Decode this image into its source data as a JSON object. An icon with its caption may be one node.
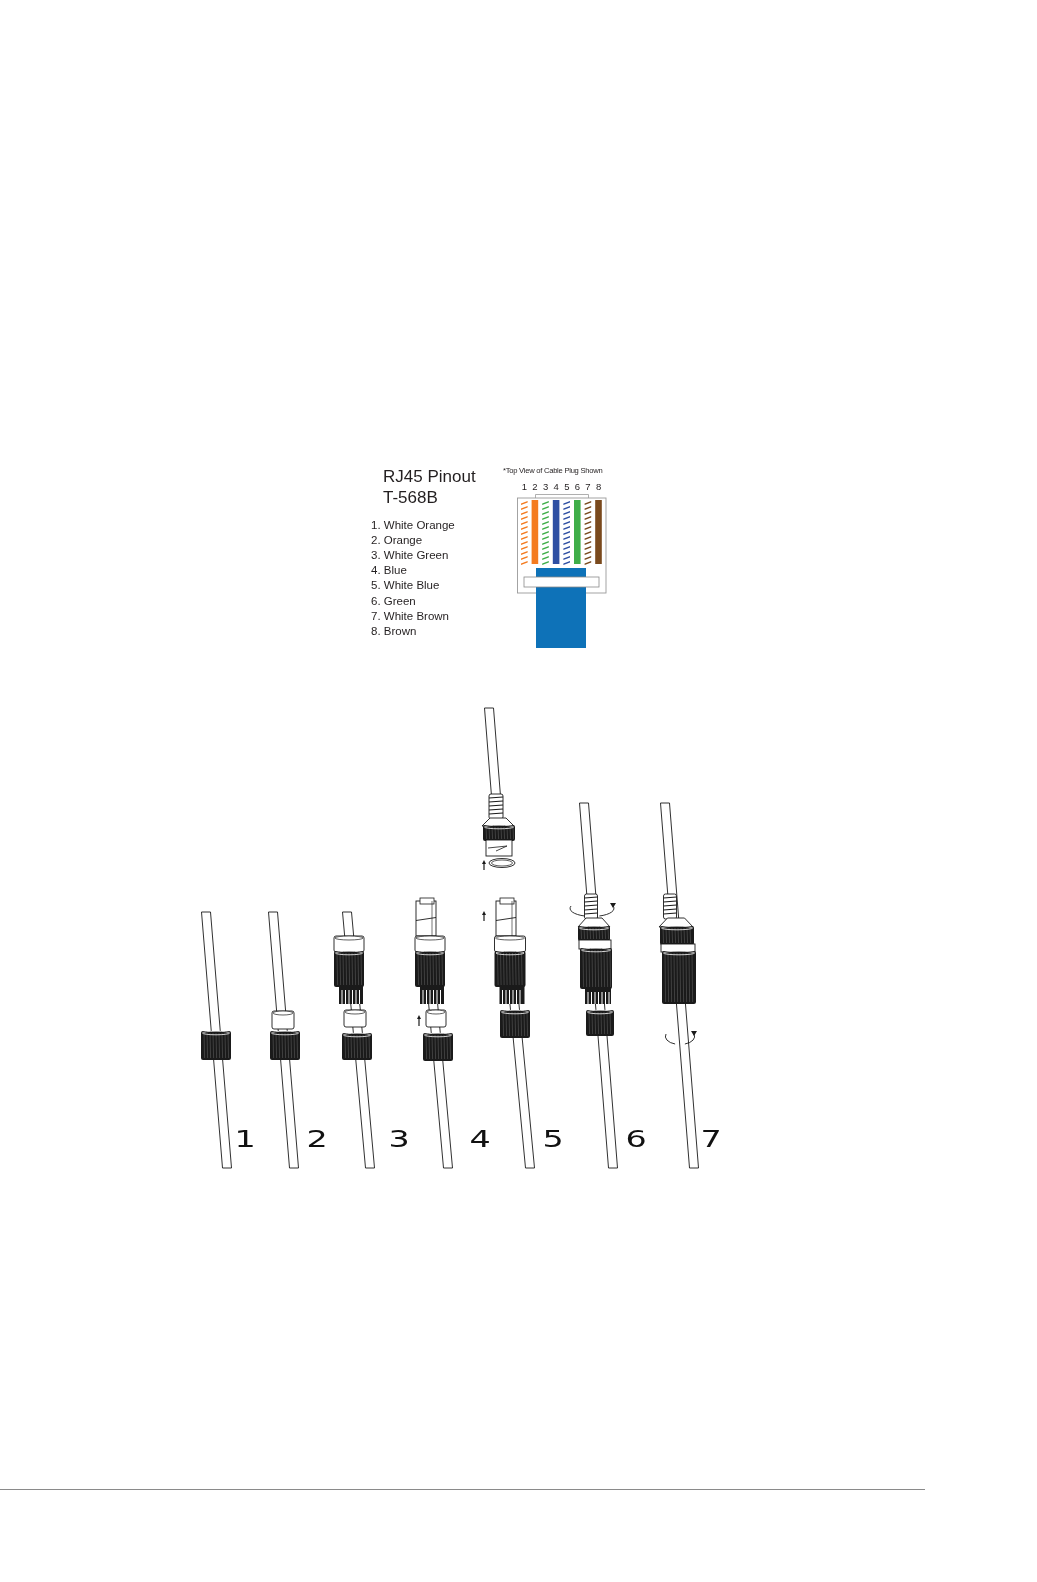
{
  "diagram": {
    "labels": [
      "RJ45 Pinout",
      "T-568B",
      "1. White Orange",
      "2. Orange",
      "3. White Green",
      "4. Blue",
      "5. White Blue",
      "6. Green",
      "7. White Brown",
      "8. Brown",
      "*Top View of Cable Plug Shown",
      "1",
      "2",
      "3",
      "4",
      "5",
      "6",
      "7",
      "8",
      "1",
      "2",
      "3",
      "4",
      "5",
      "6",
      "7"
    ]
  }
}
